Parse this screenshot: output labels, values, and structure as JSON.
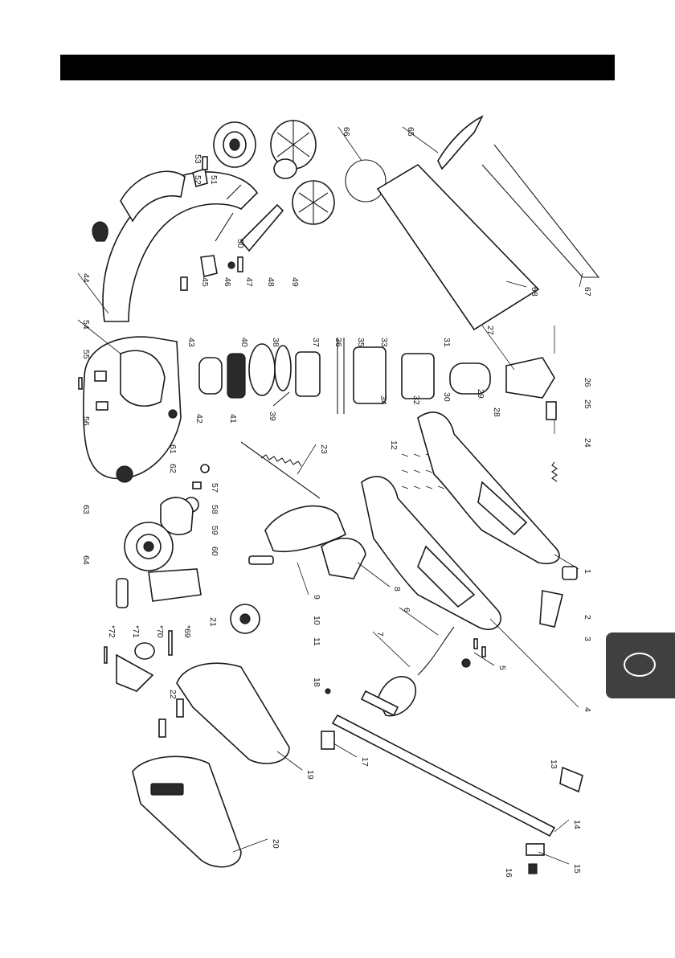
{
  "header": {
    "title": ""
  },
  "country_tab": {
    "code": ""
  },
  "parts": [
    {
      "num": "1"
    },
    {
      "num": "2"
    },
    {
      "num": "3"
    },
    {
      "num": "4"
    },
    {
      "num": "5"
    },
    {
      "num": "6"
    },
    {
      "num": "7"
    },
    {
      "num": "8"
    },
    {
      "num": "9"
    },
    {
      "num": "10"
    },
    {
      "num": "11"
    },
    {
      "num": "12"
    },
    {
      "num": "13"
    },
    {
      "num": "14"
    },
    {
      "num": "15"
    },
    {
      "num": "16"
    },
    {
      "num": "17"
    },
    {
      "num": "18"
    },
    {
      "num": "19"
    },
    {
      "num": "20"
    },
    {
      "num": "21"
    },
    {
      "num": "22"
    },
    {
      "num": "23"
    },
    {
      "num": "24"
    },
    {
      "num": "25"
    },
    {
      "num": "26"
    },
    {
      "num": "27"
    },
    {
      "num": "28"
    },
    {
      "num": "29"
    },
    {
      "num": "30"
    },
    {
      "num": "31"
    },
    {
      "num": "32"
    },
    {
      "num": "33"
    },
    {
      "num": "34"
    },
    {
      "num": "35"
    },
    {
      "num": "36"
    },
    {
      "num": "37"
    },
    {
      "num": "38"
    },
    {
      "num": "39"
    },
    {
      "num": "40"
    },
    {
      "num": "41"
    },
    {
      "num": "42"
    },
    {
      "num": "43"
    },
    {
      "num": "44"
    },
    {
      "num": "45"
    },
    {
      "num": "46"
    },
    {
      "num": "47"
    },
    {
      "num": "48"
    },
    {
      "num": "49"
    },
    {
      "num": "50"
    },
    {
      "num": "51"
    },
    {
      "num": "52"
    },
    {
      "num": "53"
    },
    {
      "num": "54"
    },
    {
      "num": "55"
    },
    {
      "num": "56"
    },
    {
      "num": "57"
    },
    {
      "num": "58"
    },
    {
      "num": "59"
    },
    {
      "num": "60"
    },
    {
      "num": "61"
    },
    {
      "num": "62"
    },
    {
      "num": "63"
    },
    {
      "num": "64"
    },
    {
      "num": "65"
    },
    {
      "num": "66"
    },
    {
      "num": "67"
    },
    {
      "num": "68"
    },
    {
      "num": "*69"
    },
    {
      "num": "*70"
    },
    {
      "num": "*71"
    },
    {
      "num": "*72"
    }
  ],
  "colors": {
    "title_bar": "#000000",
    "tab": "#404040",
    "ink": "#1a1a1a"
  }
}
